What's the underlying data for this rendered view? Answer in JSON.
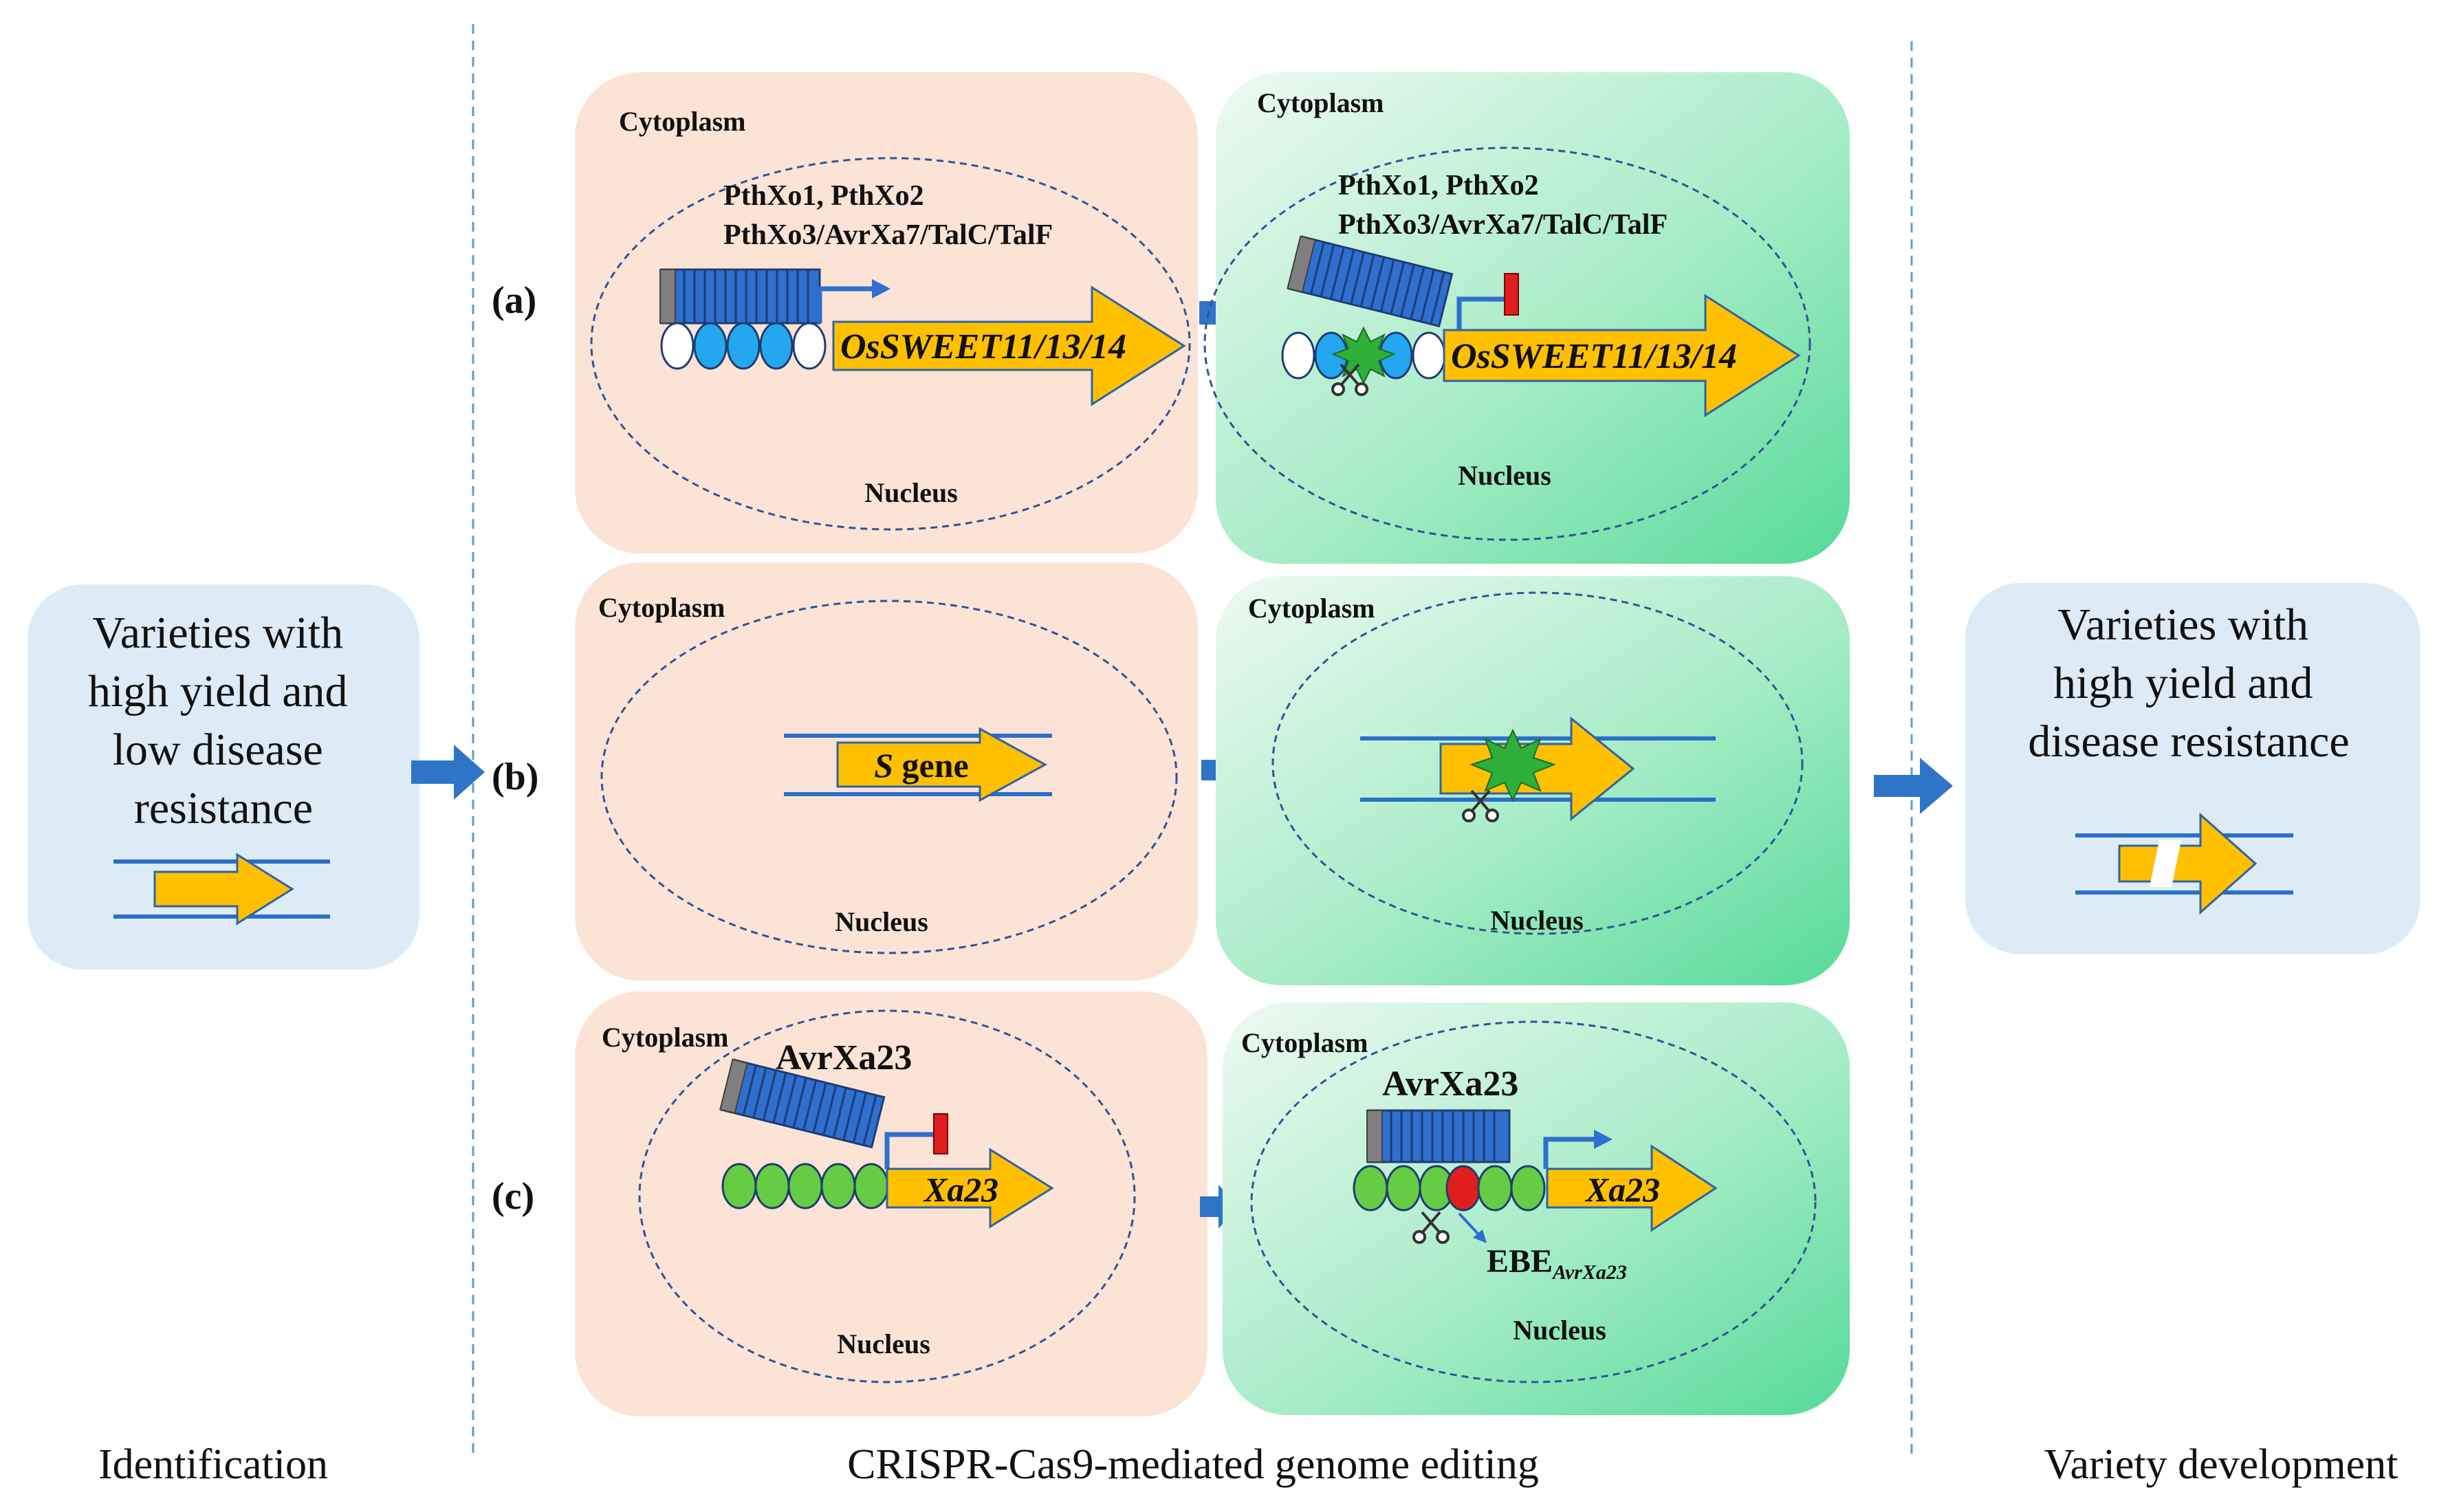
{
  "colors": {
    "panel_before": "#fbe3d6",
    "panel_after_light": "#e2f6ec",
    "panel_after_dark": "#5fdc9c",
    "side_box": "#dcebf6",
    "dna_line": "#2a70c8",
    "gene_arrow": "#ffc000",
    "gene_arrow_stroke": "#2f63a6",
    "tale_blue": "#2e6fd0",
    "ebe_blue": "#22a7f0",
    "ebe_green": "#66cc44",
    "block_red": "#e01e1e",
    "big_arrow": "#2e75c8",
    "star_green": "#2eaf3a"
  },
  "stages": {
    "identification": "Identification",
    "editing": "CRISPR-Cas9-mediated genome editing",
    "development": "Variety development"
  },
  "left_box": {
    "lines": [
      "Varieties with",
      "high yield and",
      "low disease",
      "resistance"
    ]
  },
  "right_box": {
    "lines": [
      "Varieties with",
      "high yield and",
      "disease resistance"
    ]
  },
  "rows": {
    "a": {
      "label": "(a)",
      "cytoplasm": "Cytoplasm",
      "nucleus": "Nucleus",
      "effectors_line1": "PthXo1, PthXo2",
      "effectors_line2": "PthXo3/AvrXa7/TalC/TalF",
      "gene": "OsSWEET11/13/14"
    },
    "b": {
      "label": "(b)",
      "cytoplasm": "Cytoplasm",
      "nucleus": "Nucleus",
      "gene_italic": "S",
      "gene_rest": " gene"
    },
    "c": {
      "label": "(c)",
      "cytoplasm": "Cytoplasm",
      "nucleus": "Nucleus",
      "effector": "AvrXa23",
      "gene": "Xa23",
      "ebe_main": "EBE",
      "ebe_sub": "AvrXa23"
    }
  }
}
